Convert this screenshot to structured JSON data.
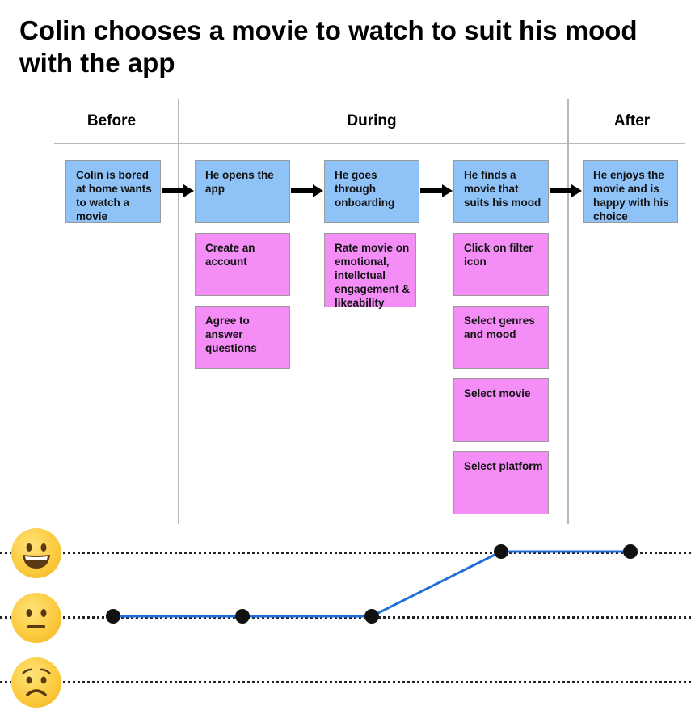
{
  "title": "Colin chooses a movie to watch to suit his mood with the app",
  "phases": [
    "Before",
    "During",
    "After"
  ],
  "steps": [
    "Colin is bored at home wants to watch a movie",
    "He opens the app",
    "He goes through onboarding",
    "He finds a movie that suits his mood",
    "He enjoys the movie and is happy with his choice"
  ],
  "actions": {
    "opens_app": [
      "Create an account",
      "Agree to answer questions"
    ],
    "onboarding": [
      "Rate movie on emotional, intellctual engagement & likeability"
    ],
    "finds_movie": [
      "Click on filter icon",
      "Select genres and mood",
      "Select movie",
      "Select platform"
    ]
  },
  "colors": {
    "step": "#8fc3f7",
    "action": "#f48ef6",
    "line": "#1e6fd9",
    "point": "#111111"
  },
  "mood_levels": [
    "happy-face-icon",
    "neutral-face-icon",
    "worried-face-icon"
  ],
  "chart_data": {
    "type": "line",
    "categories": [
      "Colin is bored at home wants to watch a movie",
      "He opens the app",
      "He goes through onboarding",
      "He finds a movie that suits his mood",
      "He enjoys the movie and is happy with his choice"
    ],
    "y_levels": [
      "worried",
      "neutral",
      "happy"
    ],
    "values": [
      1,
      1,
      1,
      2,
      2
    ],
    "ylim": [
      0,
      2
    ]
  }
}
